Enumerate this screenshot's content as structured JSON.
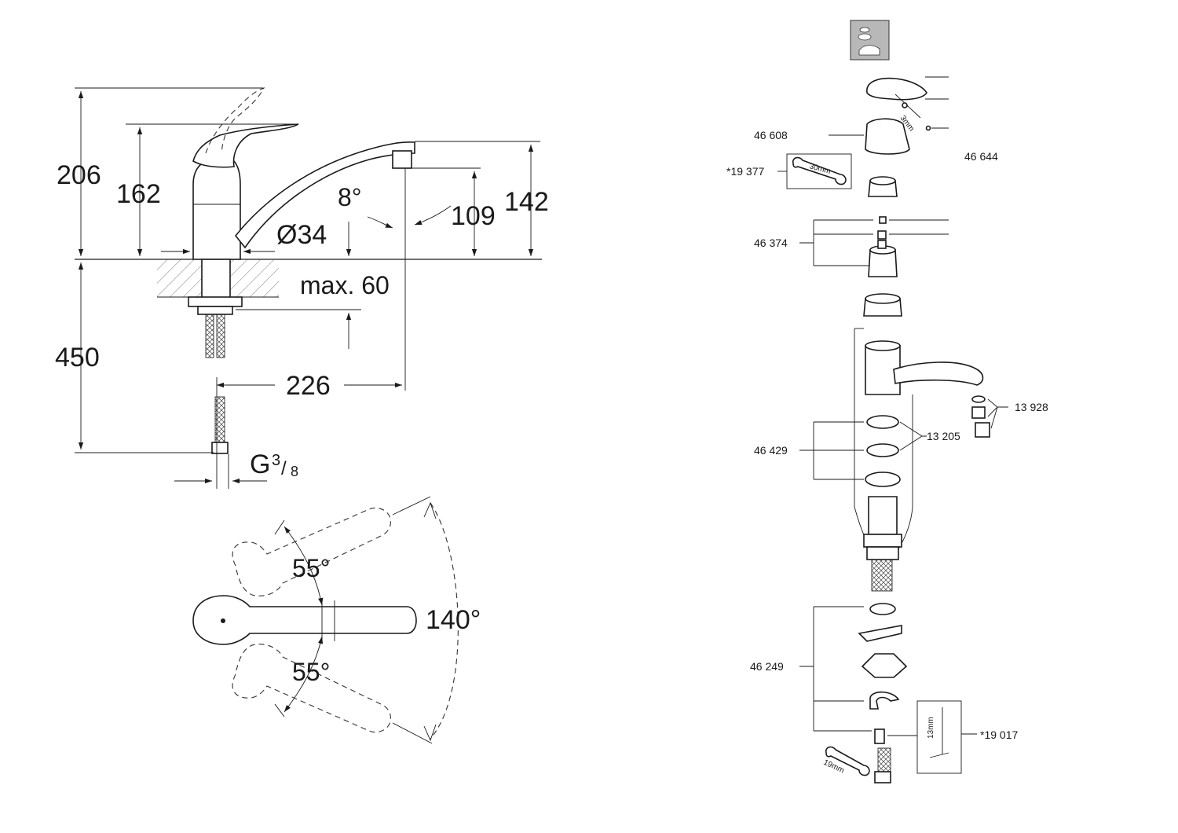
{
  "dimensions": {
    "total_height": "206",
    "lever_height": "162",
    "spout_height": "142",
    "outlet_height": "109",
    "spout_angle": "8°",
    "base_diameter": "Ø34",
    "max_deck": "max. 60",
    "below_deck": "450",
    "reach": "226",
    "connection": "G",
    "connection_num": "3",
    "connection_den": "8",
    "lever_angle_upper": "55°",
    "lever_angle_lower": "55°",
    "lever_swing": "140°"
  },
  "parts": {
    "p46608": "46 608",
    "p46644": "46 644",
    "p19377": "*19 377",
    "tool_30mm": "30mm",
    "tool_3mm": "3mm",
    "p46374": "46 374",
    "p13928": "13 928",
    "p13205": "13 205",
    "p46429": "46 429",
    "p46249": "46 249",
    "p19017": "*19 017",
    "tool_13mm": "13mm",
    "tool_19mm": "19mm"
  },
  "icons": [
    "faucet-spare-parts-icon"
  ]
}
